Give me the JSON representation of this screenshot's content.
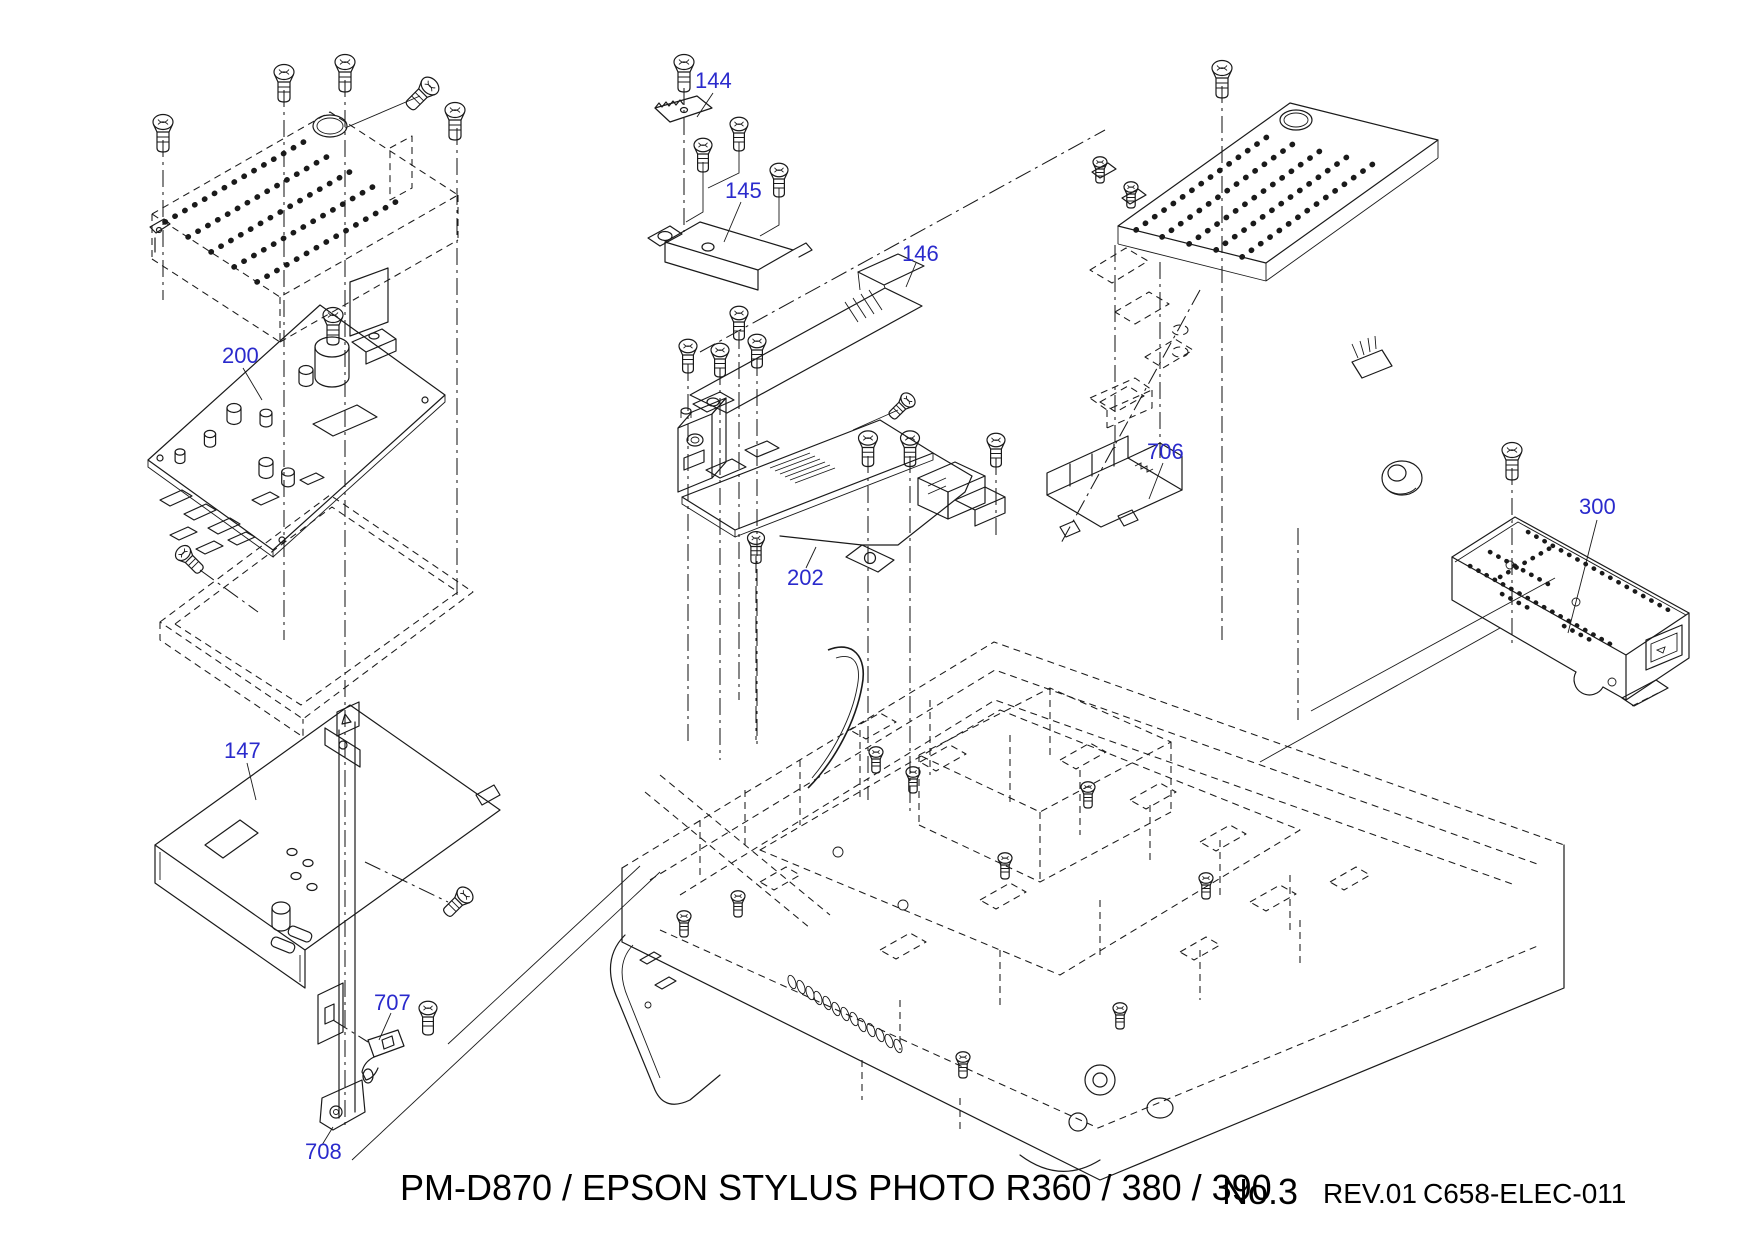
{
  "diagram": {
    "footer": {
      "model_title": "PM-D870 / EPSON STYLUS PHOTO R360 / 380 / 390",
      "sheet_no": "No.3",
      "revision": "REV.01",
      "document_code": "C658-ELEC-011"
    },
    "part_labels": [
      {
        "id": "144"
      },
      {
        "id": "145"
      },
      {
        "id": "146"
      },
      {
        "id": "200"
      },
      {
        "id": "202"
      },
      {
        "id": "147"
      },
      {
        "id": "707"
      },
      {
        "id": "708"
      },
      {
        "id": "706"
      },
      {
        "id": "300"
      }
    ],
    "colors": {
      "part_label_blue": "#2A2ACC",
      "line_black": "#1a1a1a",
      "background": "#ffffff"
    }
  }
}
